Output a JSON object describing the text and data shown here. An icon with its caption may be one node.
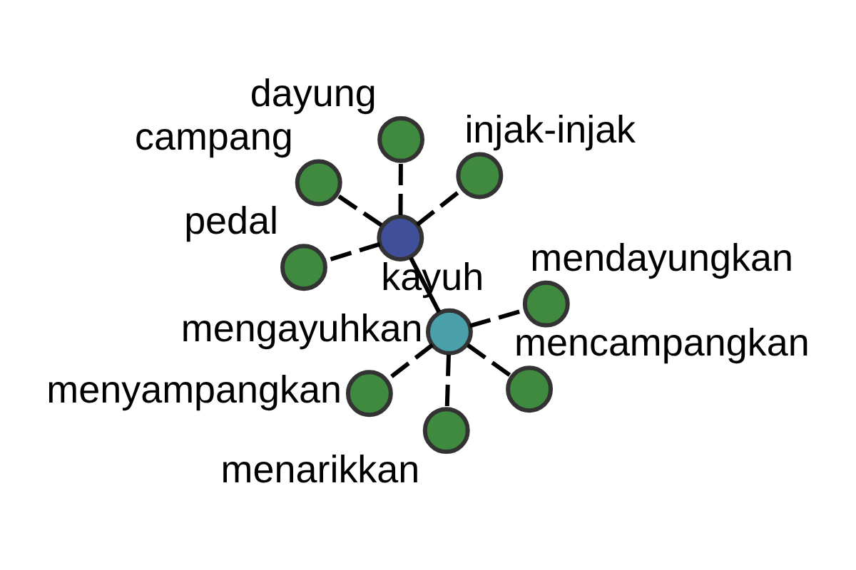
{
  "diagram": {
    "nodes": [
      {
        "text": [
          "kayuh"
        ]
      },
      {
        "text": [
          "mengayuhkan"
        ]
      },
      {
        "text": [
          "pedal"
        ]
      },
      {
        "text": [
          "campang"
        ]
      },
      {
        "text": [
          "injak-injak"
        ]
      },
      {
        "text": [
          "dayung"
        ]
      },
      {
        "text": [
          "menyampangkan"
        ]
      },
      {
        "text": [
          "mendayungkan"
        ]
      },
      {
        "text": [
          "menarikkan"
        ]
      },
      {
        "text": [
          "mencampangkan"
        ]
      }
    ],
    "edges": [
      {
        "from": 0,
        "to": 1,
        "arrow": "none"
      },
      {
        "from": 0,
        "to": 2,
        "arrow": "none",
        "style": "dashed"
      },
      {
        "from": 0,
        "to": 3,
        "arrow": "none",
        "style": "dashed"
      },
      {
        "from": 0,
        "to": 4,
        "arrow": "none",
        "style": "dashed"
      },
      {
        "from": 0,
        "to": 5,
        "arrow": "none",
        "style": "dashed"
      },
      {
        "from": 1,
        "to": 6,
        "arrow": "none",
        "style": "dashed"
      },
      {
        "from": 1,
        "to": 7,
        "arrow": "none",
        "style": "dashed"
      },
      {
        "from": 1,
        "to": 8,
        "arrow": "none",
        "style": "dashed"
      },
      {
        "from": 1,
        "to": 9,
        "arrow": "none",
        "style": "dashed"
      }
    ]
  }
}
